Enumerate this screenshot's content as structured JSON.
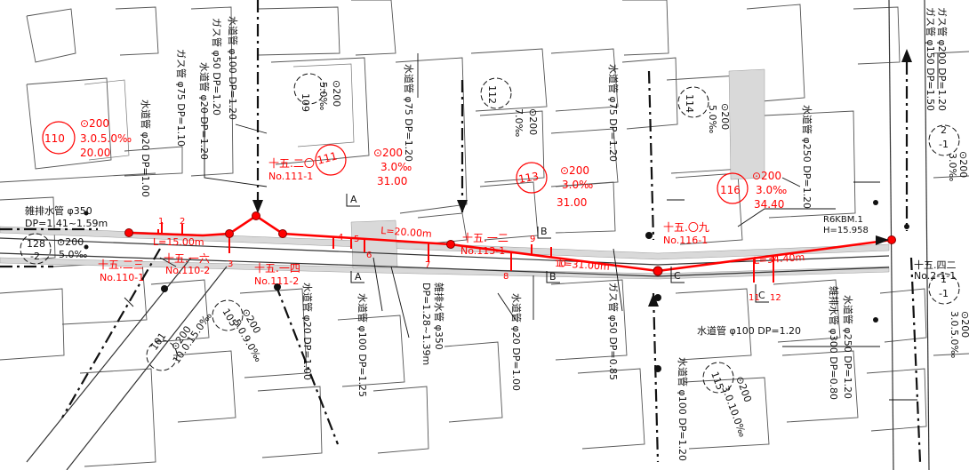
{
  "main_sewer": {
    "lengths": [
      "L=15.00m",
      "L=20.00m",
      "L=31.00m",
      "L=34.40m"
    ],
    "lateral_numbers": [
      "1",
      "2",
      "3",
      "4",
      "5",
      "6",
      "7",
      "8",
      "9",
      "10",
      "11",
      "12"
    ]
  },
  "manholes": [
    {
      "kanji": "十五.二三",
      "no": "No.110-1"
    },
    {
      "kanji": "十五.一六",
      "no": "No.110-2"
    },
    {
      "kanji": "十五.二〇",
      "no": "No.111-1"
    },
    {
      "kanji": "十五.一四",
      "no": "No.111-2"
    },
    {
      "kanji": "十五.一二",
      "no": "No.113-1"
    },
    {
      "kanji": "十五.〇九",
      "no": "No.116-1"
    },
    {
      "kanji": "十五.四二",
      "no": "No.2-1-1"
    }
  ],
  "red_sections": [
    {
      "id": "110",
      "dia": "⊙200",
      "slope": "3.0.5.0‰",
      "len": "20.00"
    },
    {
      "id": "111",
      "dia": "⊙200",
      "slope": "3.0‰",
      "len": "31.00"
    },
    {
      "id": "113",
      "dia": "⊙200",
      "slope": "3.0‰",
      "len": "31.00"
    },
    {
      "id": "116",
      "dia": "⊙200",
      "slope": "3.0‰",
      "len": "34.40"
    }
  ],
  "black_sections": [
    {
      "id": "109",
      "dia": "⊙200",
      "slope": "5.0‰"
    },
    {
      "id": "112",
      "dia": "⊙200",
      "slope": "7.0‰"
    },
    {
      "id": "114",
      "dia": "⊙200",
      "slope": "5.0‰"
    },
    {
      "id": "128",
      "sub": "-2",
      "dia": "⊙200",
      "slope": "5.0‰"
    },
    {
      "id": "101",
      "dia": "⊙200",
      "slope": "10.0.15.0‰"
    },
    {
      "id": "105",
      "dia": "⊙200",
      "slope": "5.0.9.0‰"
    },
    {
      "id": "115",
      "dia": "⊙200",
      "slope": "3.0.10.0‰"
    },
    {
      "id": "2",
      "sub": "-1",
      "dia": "⊙200",
      "slope": "3.0‰"
    },
    {
      "id": "1",
      "sub": "-1",
      "dia": "⊙200",
      "slope": "3.0.5.0‰"
    }
  ],
  "utility_labels": {
    "sewage_350": "雑排水管 φ350",
    "sewage_350_dp": "DP=1.41~1.59m",
    "water_20_dp100": "水道管 φ20 DP=1.00",
    "gas_75": "ガス管 φ75 DP=1.10",
    "water_20_dp120": "水道管 φ20 DP=1.20",
    "gas_50_dp120": "ガス管 φ50 DP=1.20",
    "water_100_dp120": "水道管 φ100 DP=1.20",
    "water_75_dp120": "水道管 φ75 DP=1.20",
    "water_75_b": "水道管 φ75 DP=1.20",
    "water_250": "水道管 φ250 DP=1.20",
    "gas_200": "ガス管 φ200 DP=1.20",
    "gas_150": "ガス管 φ150 DP=1.50",
    "bm": "R6KBM.1",
    "bm_h": "H=15.958",
    "water_20_dp1": "水道管 φ20 DP=1.00",
    "sewage_350_b": "雑排水管 φ350",
    "sewage_350_b_dp": "DP=1.28~1.39m",
    "water_100_dp125": "水道管 φ100 DP=1.25",
    "water_20_dp100_b": "水道管 φ20 DP=1.00",
    "gas_50_dp085": "ガス管 φ50 DP=0.85",
    "water_100_dp120_b": "水道管 φ100 DP=1.20",
    "water_100_h": "水道管 φ100 DP=1.20",
    "sewage_300": "雑排水管 φ300 DP=0.80",
    "water_250_b": "水道管 φ250 DP=1.20"
  },
  "section_marks": [
    "A",
    "A",
    "B",
    "B",
    "C",
    "C"
  ]
}
